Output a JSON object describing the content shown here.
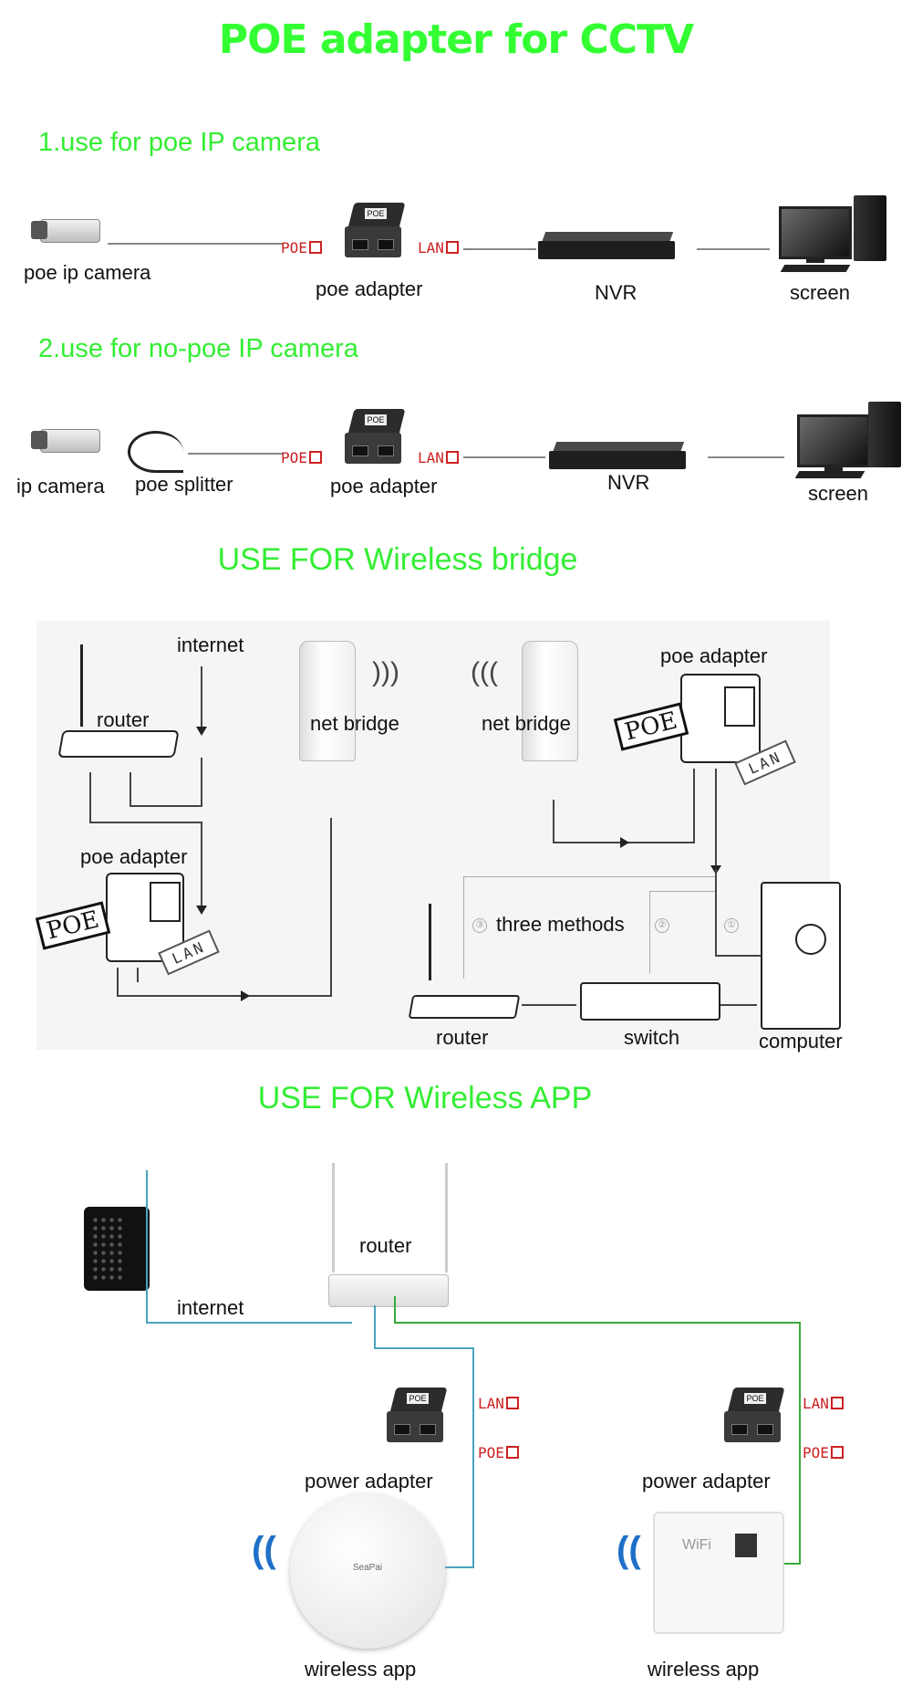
{
  "title": "POE adapter for CCTV",
  "section1": {
    "heading": "1.use for poe IP camera",
    "camera_label": "poe ip camera",
    "adapter_label": "poe adapter",
    "nvr_label": "NVR",
    "screen_label": "screen",
    "poe_tag": "POE",
    "lan_tag": "LAN"
  },
  "section2": {
    "heading": "2.use for no-poe IP camera",
    "camera_label": "ip camera",
    "splitter_label": "poe splitter",
    "adapter_label": "poe adapter",
    "nvr_label": "NVR",
    "screen_label": "screen",
    "poe_tag": "POE",
    "lan_tag": "LAN"
  },
  "bridge": {
    "heading": "USE FOR Wireless bridge",
    "internet_label": "internet",
    "router_label": "router",
    "net_bridge_left": "net bridge",
    "net_bridge_right": "net bridge",
    "poe_adapter_left": "poe adapter",
    "poe_adapter_right": "poe adapter",
    "three_methods": "three methods",
    "router2_label": "router",
    "switch_label": "switch",
    "computer_label": "computer",
    "poe_stamp": "POE",
    "lan_stamp": "LAN",
    "method_1": "①",
    "method_2": "②",
    "method_3": "③"
  },
  "app": {
    "heading": "USE FOR Wireless APP",
    "router_label": "router",
    "internet_label": "internet",
    "power_adapter_left": "power adapter",
    "power_adapter_right": "power adapter",
    "wireless_app_left": "wireless app",
    "wireless_app_right": "wireless app",
    "lan_tag": "LAN",
    "poe_tag": "POE",
    "ap_brand": "SeaPai",
    "wifi_label": "WiFi"
  },
  "adapter_badge": "POE",
  "colors": {
    "heading_green": "#33ee33",
    "tag_red": "#cc2222",
    "wire_blue": "#4aa3c0",
    "wire_green": "#39a839"
  }
}
